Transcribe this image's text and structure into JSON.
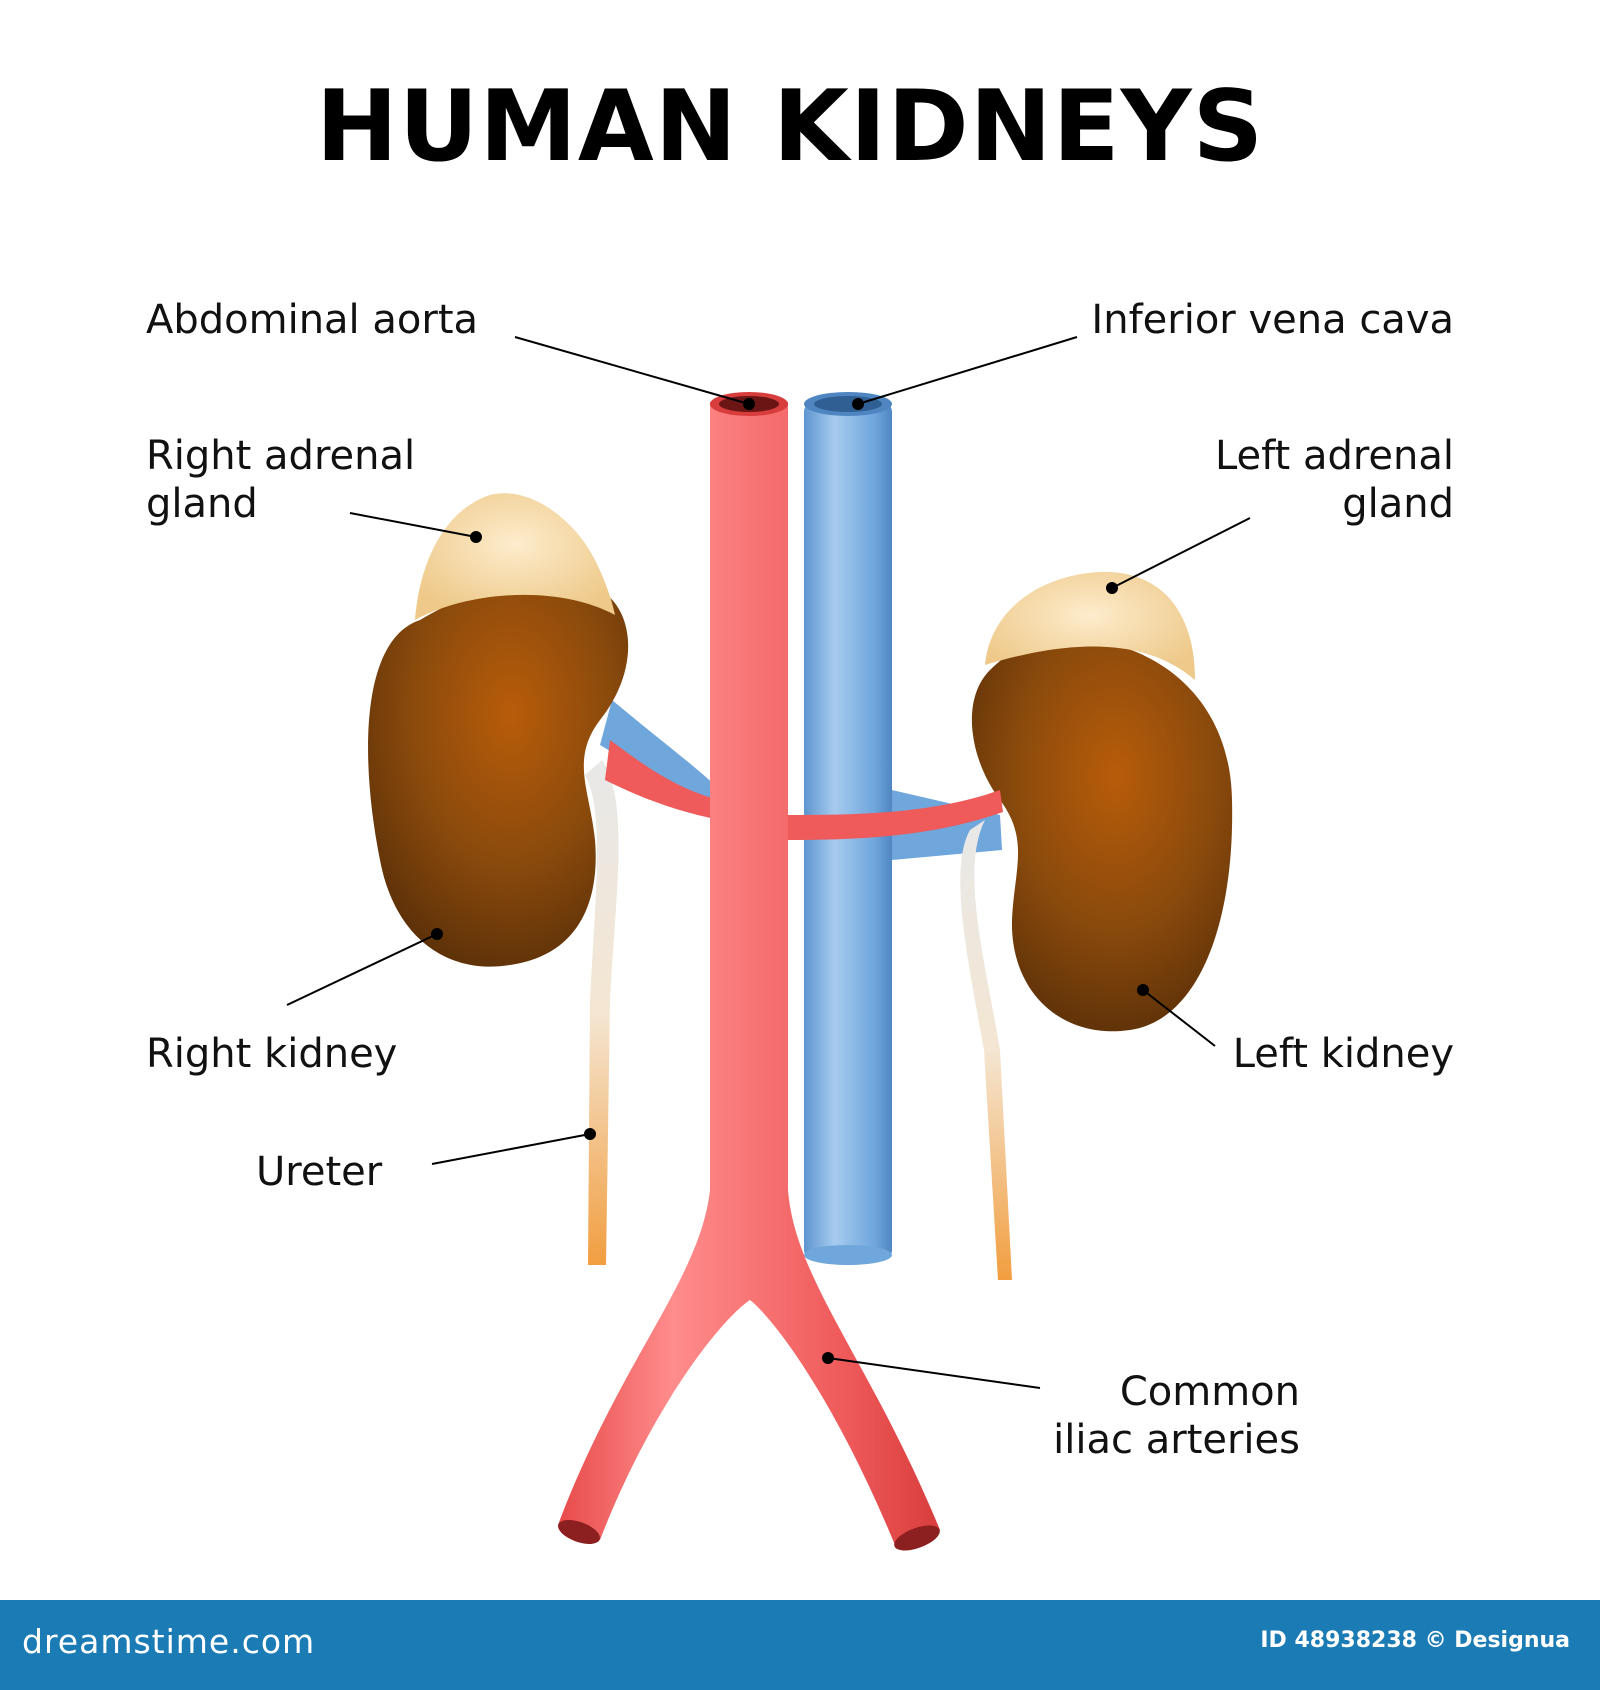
{
  "title": "HUMAN KIDNEYS",
  "labels": {
    "abdominal_aorta": "Abdominal aorta",
    "inferior_vena_cava": "Inferior vena cava",
    "right_adrenal_line1": "Right adrenal",
    "right_adrenal_line2": "gland",
    "left_adrenal_line1": "Left adrenal",
    "left_adrenal_line2": "gland",
    "right_kidney": "Right kidney",
    "left_kidney": "Left kidney",
    "ureter": "Ureter",
    "iliac_line1": "Common",
    "iliac_line2": "iliac arteries"
  },
  "footer": {
    "brand": "dreamstime.com",
    "credit": "ID 48938238 © Designua"
  },
  "colors": {
    "artery": "#ef5a5a",
    "vein": "#6fa6dc",
    "kidney": "#8a4a0c",
    "adrenal": "#f7d9a6",
    "ureter": "#f2a64e",
    "footer": "#1b7bb4"
  }
}
